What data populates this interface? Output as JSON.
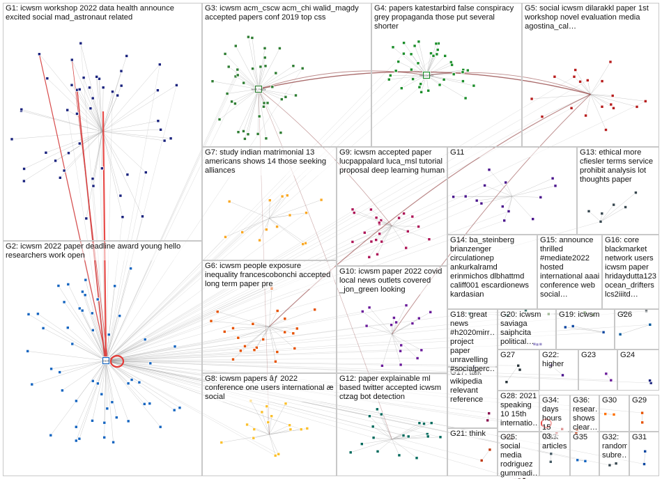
{
  "groups": [
    {
      "id": "G1",
      "label": "G1: icwsm workshop 2022 data health announce excited social mad_astronaut related",
      "color": "#1a237e"
    },
    {
      "id": "G2",
      "label": "G2: icwsm 2022 paper deadline award young hello researchers work open",
      "color": "#1565c0"
    },
    {
      "id": "G3",
      "label": "G3: icwsm acm_cscw acm_chi walid_magdy accepted papers conf 2019 top css",
      "color": "#2e7d32"
    },
    {
      "id": "G4",
      "label": "G4: papers katestarbird false conspiracy grey propaganda those put several shorter",
      "color": "#1b8e2a"
    },
    {
      "id": "G5",
      "label": "G5: social icwsm dilarakkl paper 1st workshop novel evaluation media agostina_cal…",
      "color": "#b71c1c"
    },
    {
      "id": "G6",
      "label": "G6: icwsm people exposure inequality francescobonchi accepted long term paper pre",
      "color": "#e65100"
    },
    {
      "id": "G7",
      "label": "G7: study indian matrimonial 13 americans shows 14 those seeking alliances",
      "color": "#f9a825"
    },
    {
      "id": "G8",
      "label": "G8: icwsm papers âƒ 2022 conference one users international æ social",
      "color": "#fbc02d"
    },
    {
      "id": "G9",
      "label": "G9: icwsm accepted paper lucpappalard luca_msl tutorial proposal deep learning human",
      "color": "#ad1457"
    },
    {
      "id": "G10",
      "label": "G10: icwsm paper 2022 covid local news outlets covered _jon_green looking",
      "color": "#6a1b9a"
    },
    {
      "id": "G11",
      "label": "G11",
      "color": "#4a148c"
    },
    {
      "id": "G12",
      "label": "G12: paper explainable ml based twitter accepted icwsm ctzag bot detection",
      "color": "#00695c"
    },
    {
      "id": "G13",
      "label": "G13: ethical more cfiesler terms service prohibit analysis lot thoughts paper",
      "color": "#37474f"
    },
    {
      "id": "G14",
      "label": "G14: ba_steinberg brianzenger circulationep ankurkalramd erinmichos dlbhattmd califf001 escardionews kardasian",
      "color": "#004d40"
    },
    {
      "id": "G15",
      "label": "G15: announce thrilled #mediate2022 hosted international aaai conference web social…",
      "color": "#33691e"
    },
    {
      "id": "G16",
      "label": "G16: core blackmarket network users icwsm paper hridaydutta123 ocean_drifters lcs2iiitd…",
      "color": "#263238"
    },
    {
      "id": "G17",
      "label": "G17: talk wikipedia relevant reference",
      "color": "#880e4f"
    },
    {
      "id": "G18",
      "label": "G18: great news #h2020mirr… project paper unravelling #socialperc…",
      "color": "#1a237e"
    },
    {
      "id": "G19",
      "label": "G19: icwsm",
      "color": "#0d47a1"
    },
    {
      "id": "G20",
      "label": "G20: icwsm saviaga saiphcita political…",
      "color": "#311b92"
    },
    {
      "id": "G21",
      "label": "G21: think",
      "color": "#bf360c"
    },
    {
      "id": "G22",
      "label": "G22: higher",
      "color": "#4a148c"
    },
    {
      "id": "G23",
      "label": "G23",
      "color": "#6a1b9a"
    },
    {
      "id": "G24",
      "label": "G24",
      "color": "#1a237e"
    },
    {
      "id": "G25",
      "label": "G25: social media rodriguez gummadi…",
      "color": "#3e2723"
    },
    {
      "id": "G26",
      "label": "G26",
      "color": "#01579b"
    },
    {
      "id": "G27",
      "label": "G27",
      "color": "#263238"
    },
    {
      "id": "G28",
      "label": "G28: 2021 speaking 10 15th internatio…",
      "color": "#4e342e"
    },
    {
      "id": "G29",
      "label": "G29",
      "color": "#e65100"
    },
    {
      "id": "G30",
      "label": "G30",
      "color": "#ff6f00"
    },
    {
      "id": "G31",
      "label": "G31",
      "color": "#0d47a1"
    },
    {
      "id": "G32",
      "label": "G32: random subre…",
      "color": "#37474f"
    },
    {
      "id": "G33",
      "label": "G33: articles",
      "color": "#455a64"
    },
    {
      "id": "G34",
      "label": "G34: days hours 15 03…",
      "color": "#b71c1c"
    },
    {
      "id": "G35",
      "label": "G35",
      "color": "#1565c0"
    },
    {
      "id": "G36",
      "label": "G36: resear… shows clear…",
      "color": "#bf360c"
    }
  ],
  "hubs": {
    "G2": "icwsm",
    "G3": "walid_magdy",
    "G4": "katestarbird"
  }
}
